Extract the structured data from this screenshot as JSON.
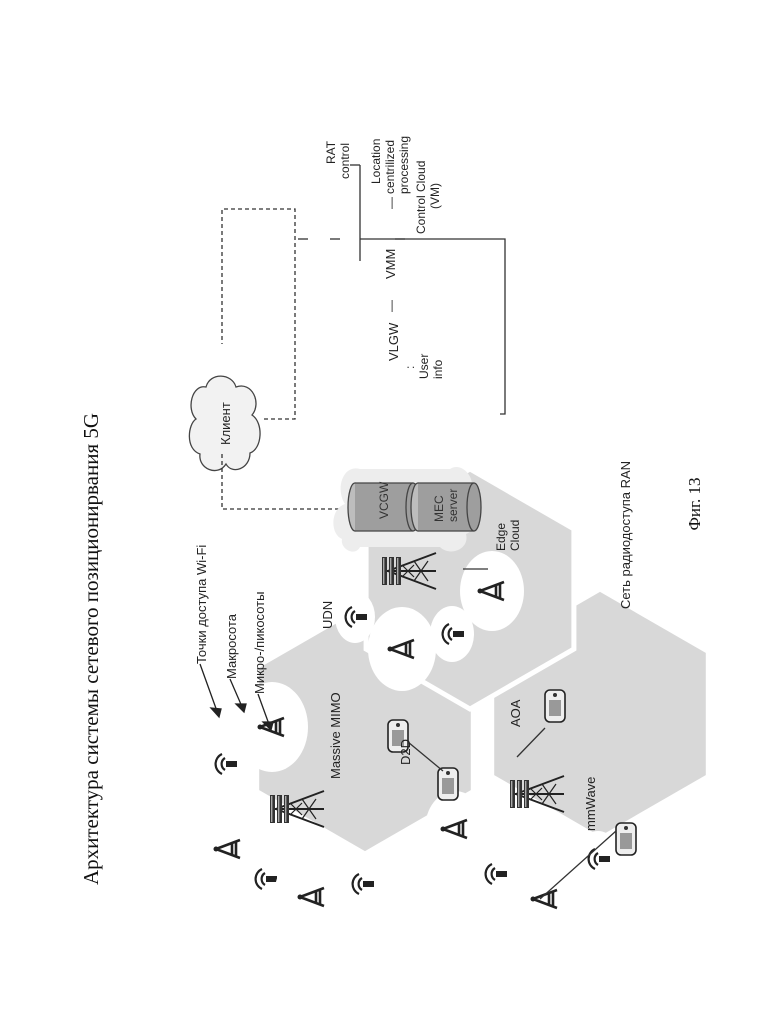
{
  "title": "Архитектура системы сетевого позиционирвания 5G",
  "figure_label": "Фиг. 13",
  "legend": {
    "wifi": "Точки доступа Wi-Fi",
    "macro": "Макросота",
    "micro": "Микро-/пикосоты"
  },
  "labels": {
    "massive_mimo": "Massive MIMO",
    "d2d": "D2D",
    "aoa": "AOA",
    "mmwave": "mmWave",
    "udn": "UDN",
    "ran": "Сеть радиодоступа RAN",
    "edge_cloud_1": "Edge",
    "edge_cloud_2": "Cloud",
    "client": "Клиент",
    "vlgw": "VLGW",
    "vmm": "VMM",
    "user_info_1": "User",
    "user_info_2": "info",
    "rat_control_1": "RAT",
    "rat_control_2": "control",
    "location_1": "Location",
    "location_2": "centrilized",
    "location_3": "processing",
    "control_cloud_1": "Control Cloud",
    "control_cloud_2": "(VM)"
  },
  "cylinders": {
    "vcgw": "VCGW",
    "mec_1": "MEC",
    "mec_2": "server"
  },
  "colors": {
    "hexagon": "#d8d8d8",
    "cell": "#ffffff",
    "line": "#333333"
  },
  "icons": [
    "wifi-access-point-icon",
    "cell-antenna-icon",
    "tower-icon",
    "mobile-phone-icon",
    "cloud-icon",
    "server-cylinder-icon"
  ]
}
